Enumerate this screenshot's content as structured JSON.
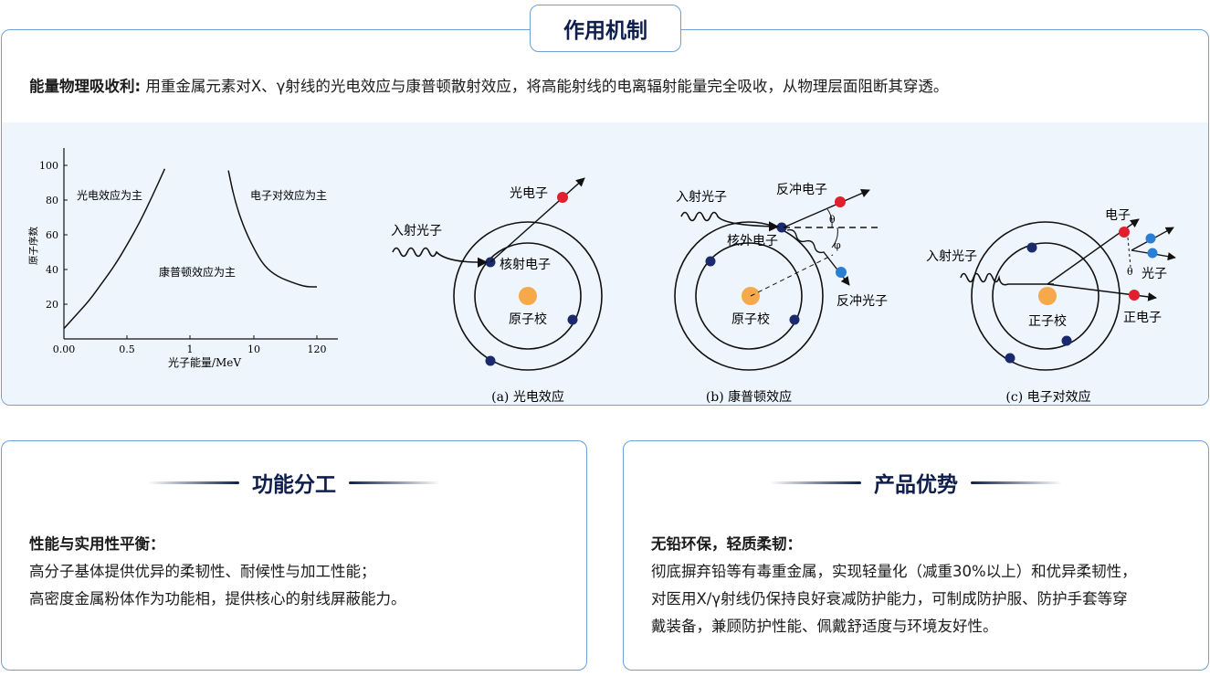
{
  "header": {
    "tab_title": "作用机制"
  },
  "intro": {
    "label": "能量物理吸收利:",
    "text": " 用重金属元素对X、γ射线的光电效应与康普顿散射效应，将高能射线的电离辐射能量完全吸收，从物理层面阻断其穿透。"
  },
  "chart_data": {
    "type": "region-map",
    "ylabel": "原子序数",
    "xlabel": "光子能量/MeV",
    "x_ticks": [
      "0.00",
      "0.5",
      "1",
      "10",
      "120"
    ],
    "y_ticks": [
      "20",
      "40",
      "60",
      "80",
      "100"
    ],
    "ylim": [
      0,
      110
    ],
    "regions": [
      "光电效应为主",
      "康普顿效应为主",
      "电子对效应为主"
    ],
    "boundaries": [
      {
        "x": [
          0.0,
          0.1,
          0.2,
          0.3,
          0.4,
          0.5,
          0.6,
          0.7,
          0.8
        ],
        "y": [
          6,
          14,
          22,
          32,
          42,
          54,
          67,
          82,
          98
        ]
      },
      {
        "x": [
          4.0,
          5.0,
          7.0,
          10.0,
          15.0,
          25.0,
          50.0,
          80.0,
          120.0
        ],
        "y": [
          97,
          80,
          64,
          52,
          42,
          36,
          32,
          30,
          30
        ]
      }
    ]
  },
  "diagrams": {
    "a": {
      "caption": "(a) 光电效应",
      "incident": "入射光子",
      "electron": "光电子",
      "orbital": "核射电子",
      "nucleus": "原子校"
    },
    "b": {
      "caption": "(b) 康普顿效应",
      "incident": "入射光子",
      "recoil_electron": "反冲电子",
      "orbital": "核外电子",
      "scattered": "反冲光子",
      "nucleus": "原子校",
      "theta": "θ",
      "phi": "φ"
    },
    "c": {
      "caption": "(c) 电子对效应",
      "incident": "入射光子",
      "electron": "电子",
      "photon": "光子",
      "positron": "正电子",
      "nucleus": "正子校",
      "theta": "θ"
    }
  },
  "colors": {
    "nucleus": "#f5a94a",
    "orbit_electron": "#1a2a6c",
    "emitted_electron": "#e0202c",
    "photon": "#2a7fd4",
    "accent": "#0f1f4d",
    "border": "#6f9fd8"
  },
  "cards": {
    "function": {
      "title": "功能分工",
      "subtitle": "性能与实用性平衡：",
      "lines": [
        "高分子基体提供优异的柔韧性、耐候性与加工性能；",
        "高密度金属粉体作为功能相，提供核心的射线屏蔽能力。"
      ]
    },
    "advantage": {
      "title": "产品优势",
      "subtitle": "无铅环保，轻质柔韧：",
      "lines": [
        "彻底摒弃铅等有毒重金属，实现轻量化（减重30%以上）和优异柔韧性，",
        "对医用X/γ射线仍保持良好衰减防护能力，可制成防护服、防护手套等穿",
        "戴装备，兼顾防护性能、佩戴舒适度与环境友好性。"
      ]
    }
  }
}
